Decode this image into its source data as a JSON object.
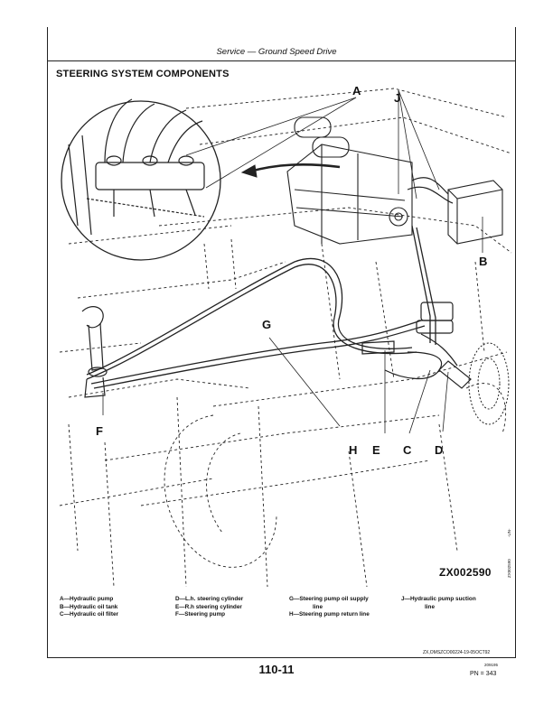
{
  "header": {
    "title": "Service — Ground Speed Drive"
  },
  "section": {
    "title": "STEERING SYSTEM COMPONENTS"
  },
  "figure": {
    "callouts": {
      "a": "A",
      "b": "B",
      "c": "C",
      "d": "D",
      "e": "E",
      "f": "F",
      "g": "G",
      "h": "H",
      "j": "J"
    },
    "id": "ZX002590",
    "side_code_1": "ZX002590",
    "side_code_2": "-UN-"
  },
  "legend": {
    "col1": [
      "A—Hydraulic pump",
      "B—Hydraulic oil tank",
      "C—Hydraulic oil filter"
    ],
    "col2": [
      "D—L.h. steering cylinder",
      "E—R.h steering cylinder",
      "F—Steering pump"
    ],
    "col3_g": "G—Steering pump oil supply",
    "col3_g_cont": "line",
    "col3_h": "H—Steering pump return line",
    "col4_j": "J—Hydraulic pump suction",
    "col4_j_cont": "line"
  },
  "footer": {
    "doc_code": "ZX,OMSZCO00224-19-05OCT92",
    "page": "110-11",
    "date_code": "209195",
    "pn": "PN = 343"
  }
}
